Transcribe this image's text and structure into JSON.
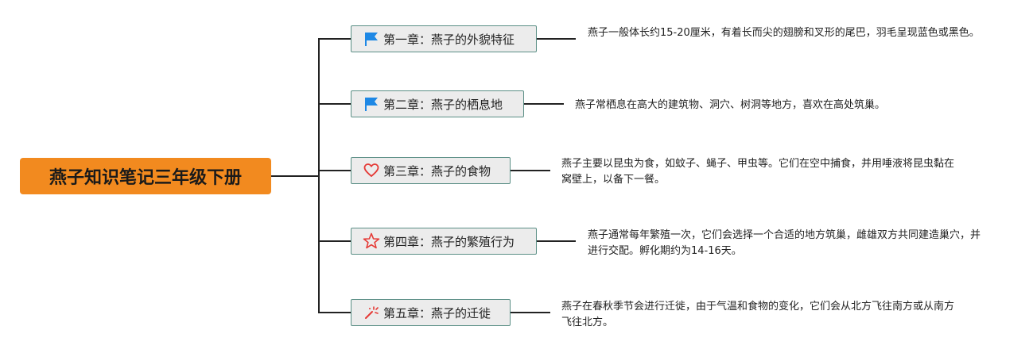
{
  "root": {
    "title": "燕子知识笔记三年级下册",
    "color": "#f28a1f"
  },
  "chapters": [
    {
      "label": "第一章：燕子的外貌特征",
      "icon": "flag-icon",
      "description": "燕子一般体长约15-20厘米，有着长而尖的翅膀和叉形的尾巴，羽毛呈现蓝色或黑色。"
    },
    {
      "label": "第二章：燕子的栖息地",
      "icon": "flag-icon",
      "description": "燕子常栖息在高大的建筑物、洞穴、树洞等地方，喜欢在高处筑巢。"
    },
    {
      "label": "第三章：燕子的食物",
      "icon": "heart-icon",
      "description": "燕子主要以昆虫为食，如蚊子、蝇子、甲虫等。它们在空中捕食，并用唾液将昆虫黏在窝壁上，以备下一餐。"
    },
    {
      "label": "第四章：燕子的繁殖行为",
      "icon": "star-icon",
      "description": "燕子通常每年繁殖一次，它们会选择一个合适的地方筑巢，雌雄双方共同建造巢穴，并进行交配。孵化期约为14-16天。"
    },
    {
      "label": "第五章：燕子的迁徙",
      "icon": "sparkle-icon",
      "description": "燕子在春秋季节会进行迁徙，由于气温和食物的变化，它们会从北方飞往南方或从南方飞往北方。"
    }
  ],
  "colors": {
    "flag": "#1e88e5",
    "heart": "#e53935",
    "star": "#e53935",
    "sparkle": "#e53935",
    "border": "#5b8f86"
  }
}
